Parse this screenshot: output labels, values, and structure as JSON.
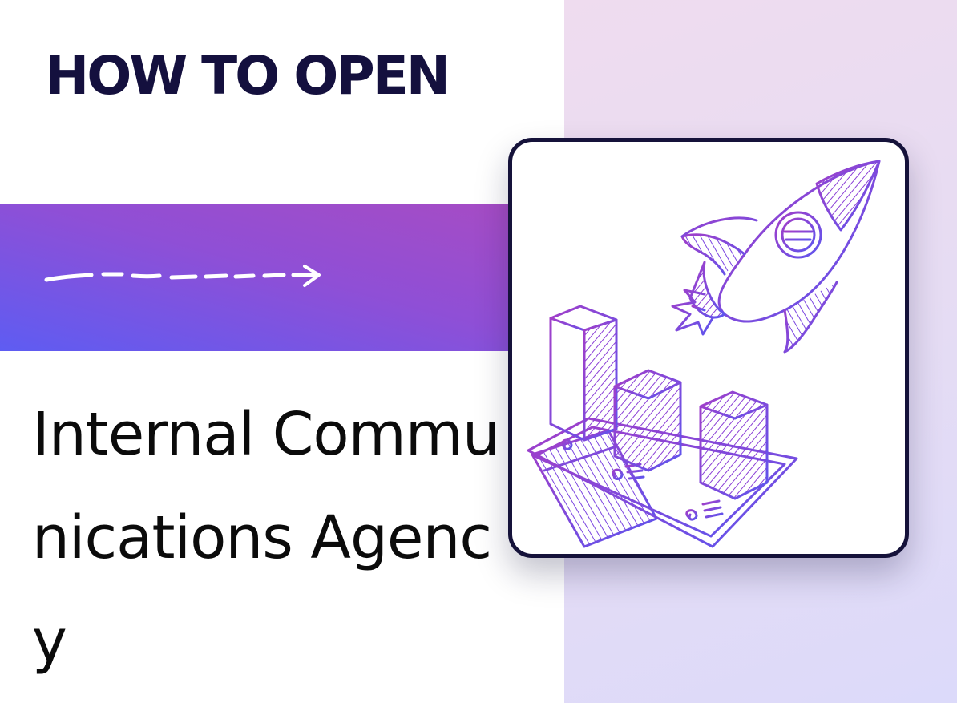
{
  "kicker": "HOW TO OPEN",
  "headline": "Internal Communications Agency",
  "decor": {
    "arrow_icon": "dashed-arrow-right-icon",
    "illustration": "rocket-and-bar-chart-illustration",
    "ink": "#8a3fd6",
    "band_colors": [
      "#5e5cf2",
      "#a64cc4"
    ],
    "text_dark": "#14103e"
  }
}
